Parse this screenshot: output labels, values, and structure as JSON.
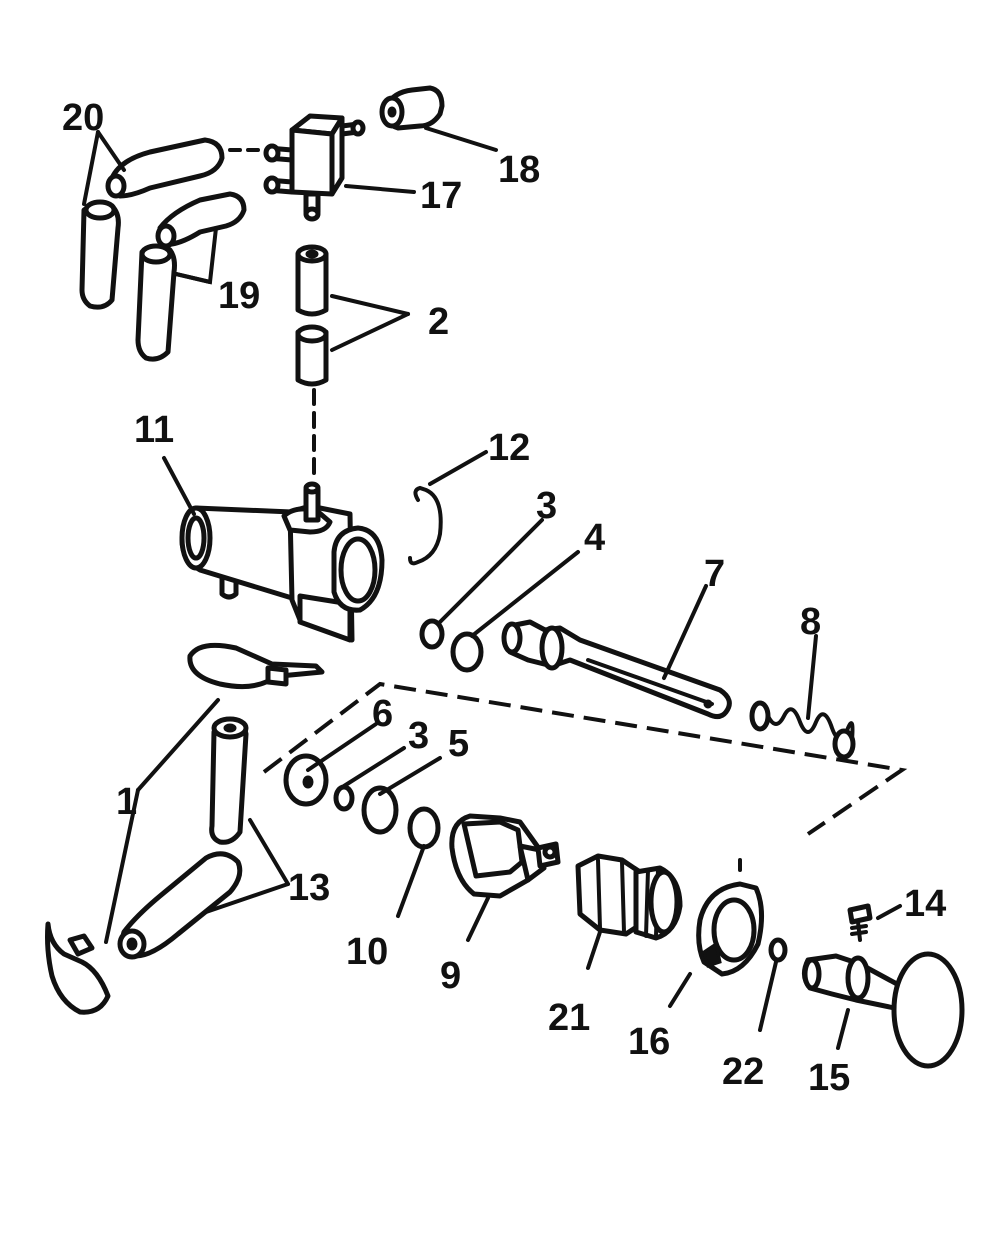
{
  "diagram": {
    "callouts": {
      "c1": "1",
      "c2": "2",
      "c3a": "3",
      "c3b": "3",
      "c4": "4",
      "c5": "5",
      "c6": "6",
      "c7": "7",
      "c8": "8",
      "c9": "9",
      "c10": "10",
      "c11": "11",
      "c12": "12",
      "c13": "13",
      "c14": "14",
      "c15": "15",
      "c16": "16",
      "c17": "17",
      "c18": "18",
      "c19": "19",
      "c20": "20",
      "c21": "21",
      "c22": "22"
    },
    "colors": {
      "ink": "#111111",
      "paper": "#ffffff"
    }
  }
}
